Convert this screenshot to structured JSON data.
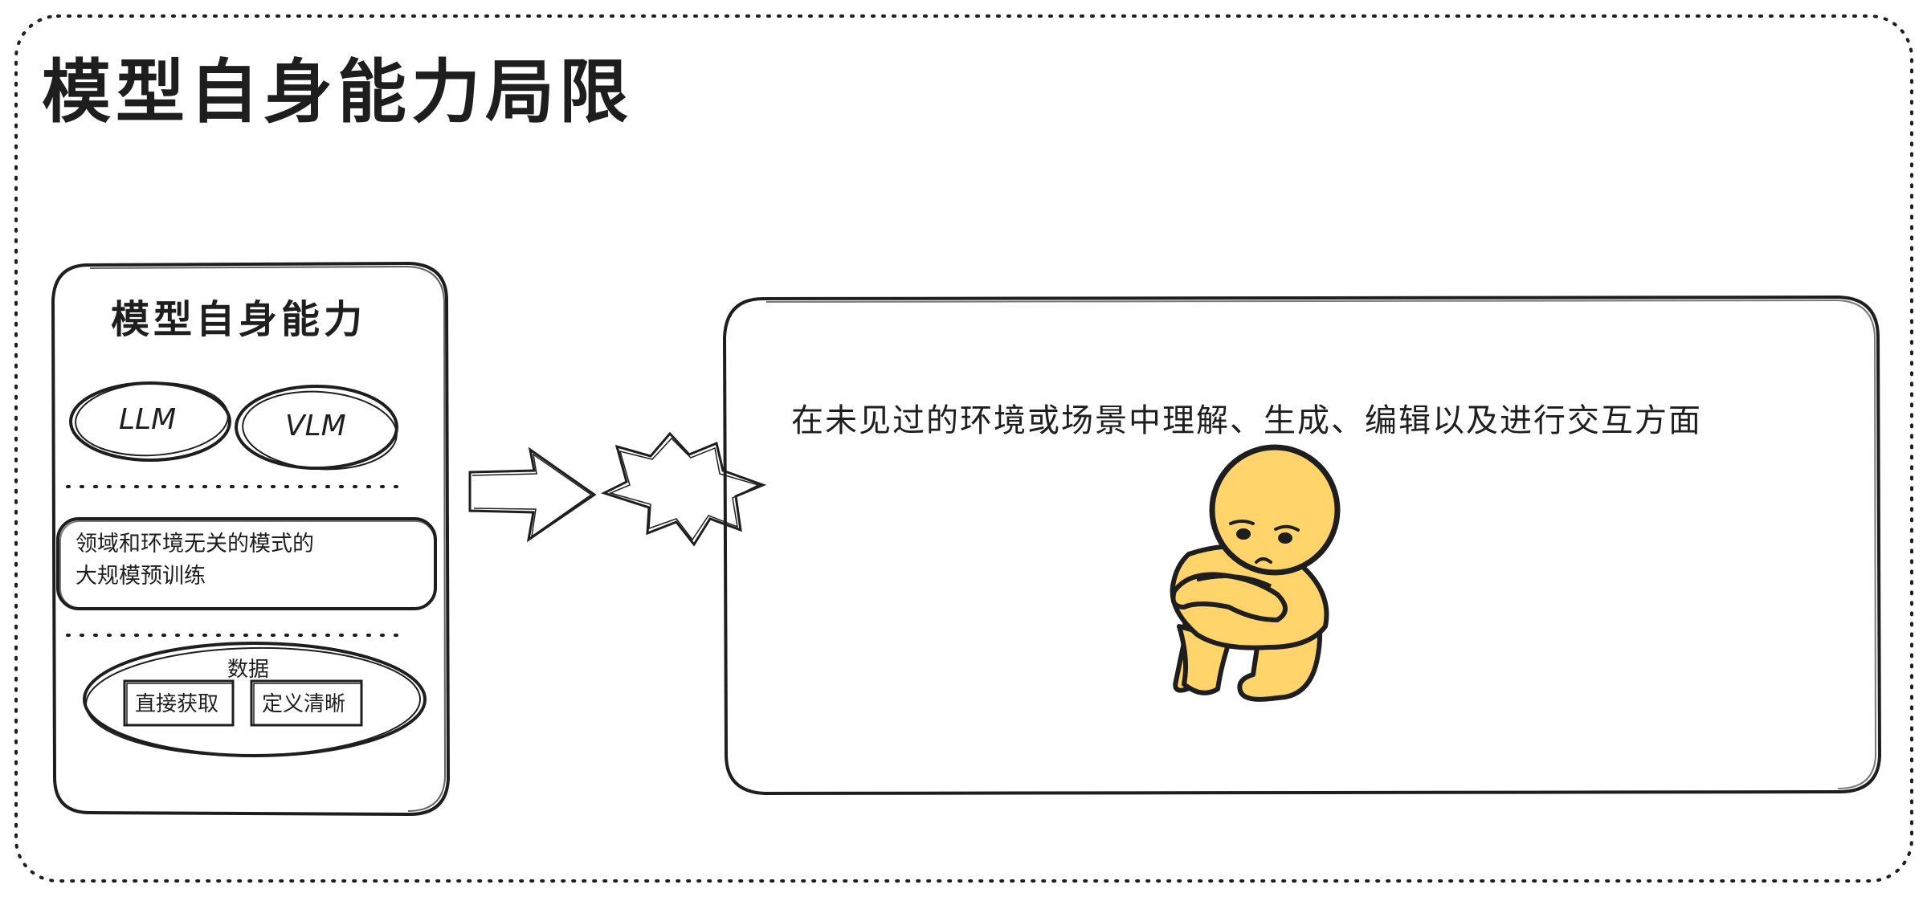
{
  "title": "模型自身能力局限",
  "left_panel": {
    "title": "模型自身能力",
    "models": [
      "LLM",
      "VLM"
    ],
    "pretraining_lines": [
      "领域和环境无关的模式的",
      "大规模预训练"
    ],
    "data": {
      "label": "数据",
      "items": [
        "直接获取",
        "定义清晰"
      ]
    }
  },
  "right_panel": {
    "text": "在未见过的环境或场景中理解、生成、编辑以及进行交互方面"
  },
  "colors": {
    "stroke": "#1e1e1e",
    "figure_fill": "#ffd46b",
    "background": "#ffffff"
  },
  "icons": {
    "arrow": "hollow-right-arrow",
    "burst": "explosion-burst-icon",
    "figure": "sad-sitting-figure-icon"
  }
}
